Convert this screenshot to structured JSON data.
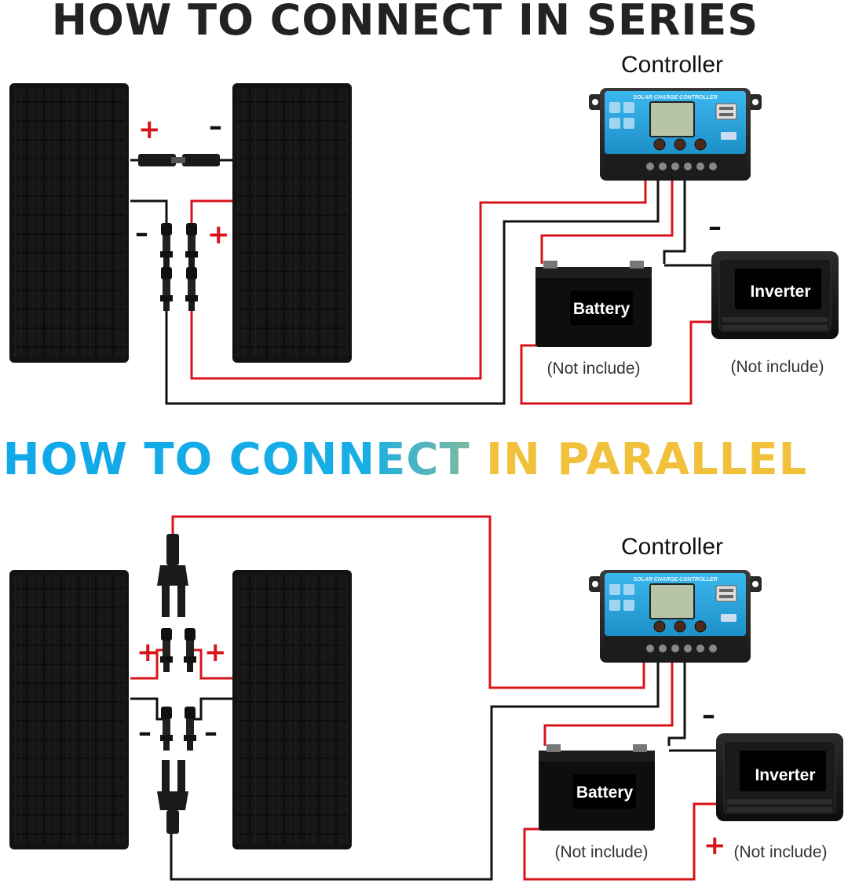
{
  "series_section": {
    "title": "HOW TO CONNECT IN SERIES",
    "controller_label": "Controller",
    "controller_brand_text": "SOLAR CHARGE CONTROLLER",
    "battery_label": "Battery",
    "inverter_label": "Inverter",
    "battery_note": "(Not include)",
    "inverter_note": "(Not include)",
    "plus_sign": "+",
    "minus_sign": "–"
  },
  "parallel_section": {
    "title_part_1": "HOW TO CONNECT ",
    "title_part_2": "IN PARALLEL",
    "controller_label": "Controller",
    "controller_brand_text": "SOLAR CHARGE CONTROLLER",
    "battery_label": "Battery",
    "inverter_label": "Inverter",
    "battery_note": "(Not include)",
    "inverter_note": "(Not include)",
    "plus_sign": "+",
    "minus_sign": "–"
  },
  "colors": {
    "series_title": "#222222",
    "parallel_gradient_start": "#0fa9ea",
    "parallel_gradient_mid": "#4fb8c8",
    "parallel_gradient_end": "#f2c13c",
    "wire_positive": "#d8141b",
    "wire_negative": "#111111",
    "panel": "#141414",
    "controller_face": "#25a9e0"
  },
  "icons": [
    "solar-panel",
    "mc4-connector",
    "y-branch-connector",
    "charge-controller",
    "battery",
    "inverter"
  ]
}
